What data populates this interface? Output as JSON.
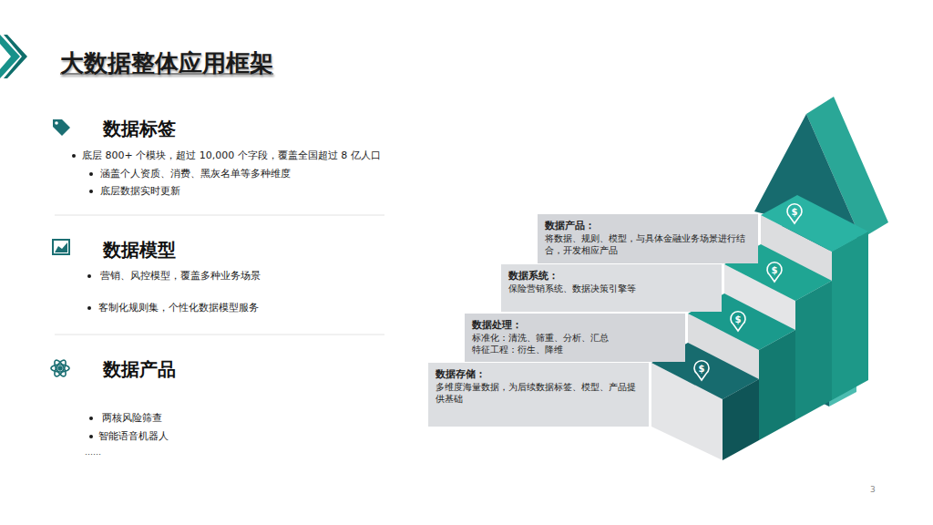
{
  "diagram": {
    "title": "大数据整体应用框架",
    "nodes": [
      {
        "text": [
          "数据产品：",
          "将数据、规则、模型，与具体金融业务场景进行结合，开发相应产品"
        ]
      },
      {
        "text": [
          "数据系统：",
          "保险营销系统、数据决策引擎等"
        ]
      },
      {
        "text": [
          "数据处理：",
          "标准化：清洗、筛重、分析、汇总",
          "特征工程：衍生、降维"
        ]
      },
      {
        "text": [
          "数据存储：",
          "多维度海量数据，为后续数据标签、模型、产品提供基础"
        ]
      }
    ],
    "labels": [
      "数据标签",
      "底层 800+ 个模块，超过 10,000 个字段，覆盖全国超过 8 亿人口",
      "涵盖个人资质、消费、黑灰名单等多种维度",
      "底层数据实时更新",
      "数据模型",
      "营销、风控模型，覆盖多种业务场景",
      "客制化规则集，个性化数据模型服务",
      "数据产品",
      "两核风险筛查",
      "智能语音机器人",
      "……",
      "3",
      "$",
      "$",
      "$",
      "$"
    ]
  }
}
